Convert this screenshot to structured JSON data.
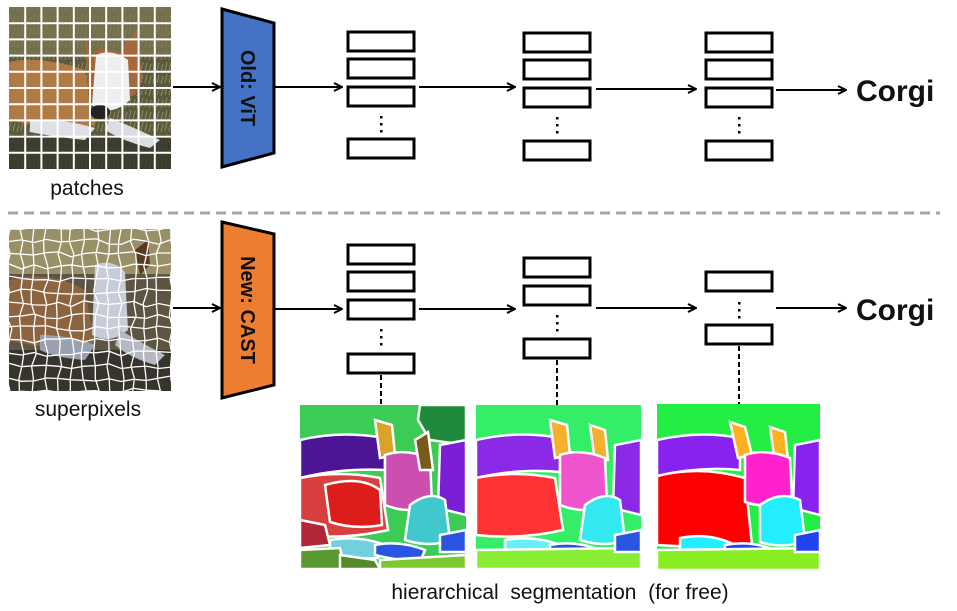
{
  "top_row": {
    "input_caption": "patches",
    "model_label": "Old: ViT",
    "model_color": "#4472C4",
    "output_label": "Corgi",
    "grid": {
      "rows": 10,
      "cols": 10
    },
    "stages": [
      {
        "boxes_above_dots": 3,
        "boxes_below_dots": 1
      },
      {
        "boxes_above_dots": 3,
        "boxes_below_dots": 1
      },
      {
        "boxes_above_dots": 3,
        "boxes_below_dots": 1
      }
    ]
  },
  "bottom_row": {
    "input_caption": "superpixels",
    "model_label": "New: CAST",
    "model_color": "#ED7D31",
    "output_label": "Corgi",
    "stages": [
      {
        "boxes_above_dots": 3,
        "boxes_below_dots": 1
      },
      {
        "boxes_above_dots": 2,
        "boxes_below_dots": 1
      },
      {
        "boxes_above_dots": 1,
        "boxes_below_dots": 1
      }
    ],
    "segmentation_caption": "hierarchical  segmentation  (for free)",
    "segmentation_levels": 3
  },
  "divider_color": "#A6A6A6"
}
